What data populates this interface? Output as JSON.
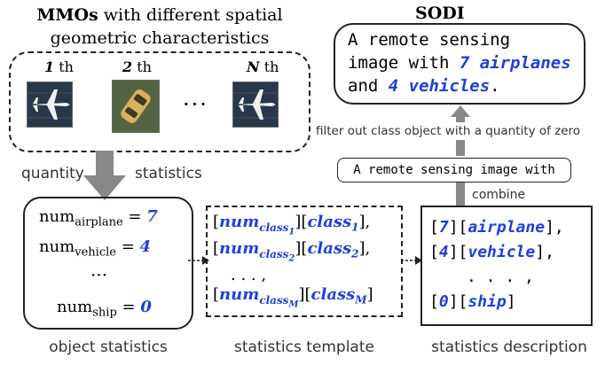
{
  "mmo": {
    "title_bold": "MMOs",
    "title_rest": "with different spatial",
    "title_line2": "geometric characteristics",
    "items": [
      {
        "idx": "1",
        "suffix": " th"
      },
      {
        "idx": "2",
        "suffix": " th"
      },
      {
        "idx": "N",
        "suffix": " th"
      }
    ],
    "ellipsis": "···"
  },
  "sodi": {
    "title": "SODI",
    "line1": "A remote sensing",
    "line2_pre": "image with ",
    "line2_em": "7 airplanes",
    "line3_pre": "and ",
    "line3_em": "4 vehicles",
    "line3_post": "."
  },
  "labels": {
    "filter": "filter out class object with a quantity of zero",
    "prefix": "A remote sensing image with",
    "combine": "combine",
    "quantity": "quantity",
    "statistics": "statistics",
    "object_statistics": "object statistics",
    "statistics_template": "statistics template",
    "statistics_description": "statistics description"
  },
  "object_stats": {
    "rows": [
      {
        "base": "num",
        "sub": "airplane",
        "eq": "=",
        "val": "7"
      },
      {
        "base": "num",
        "sub": "vehicle",
        "eq": "=",
        "val": "4"
      },
      {
        "base": "num",
        "sub": "ship",
        "eq": "=",
        "val": "0"
      }
    ],
    "dots": "···"
  },
  "template": {
    "num": "num",
    "class": "class",
    "subs": [
      "1",
      "2",
      "M"
    ],
    "dots": ". . . ,"
  },
  "description": {
    "rows": [
      {
        "val": "7",
        "cls": "airplane",
        "end": "],"
      },
      {
        "val": "4",
        "cls": "vehicle",
        "end": "],"
      },
      {
        "val": "0",
        "cls": "ship",
        "end": "]"
      }
    ],
    "dots": ". . . ,"
  }
}
